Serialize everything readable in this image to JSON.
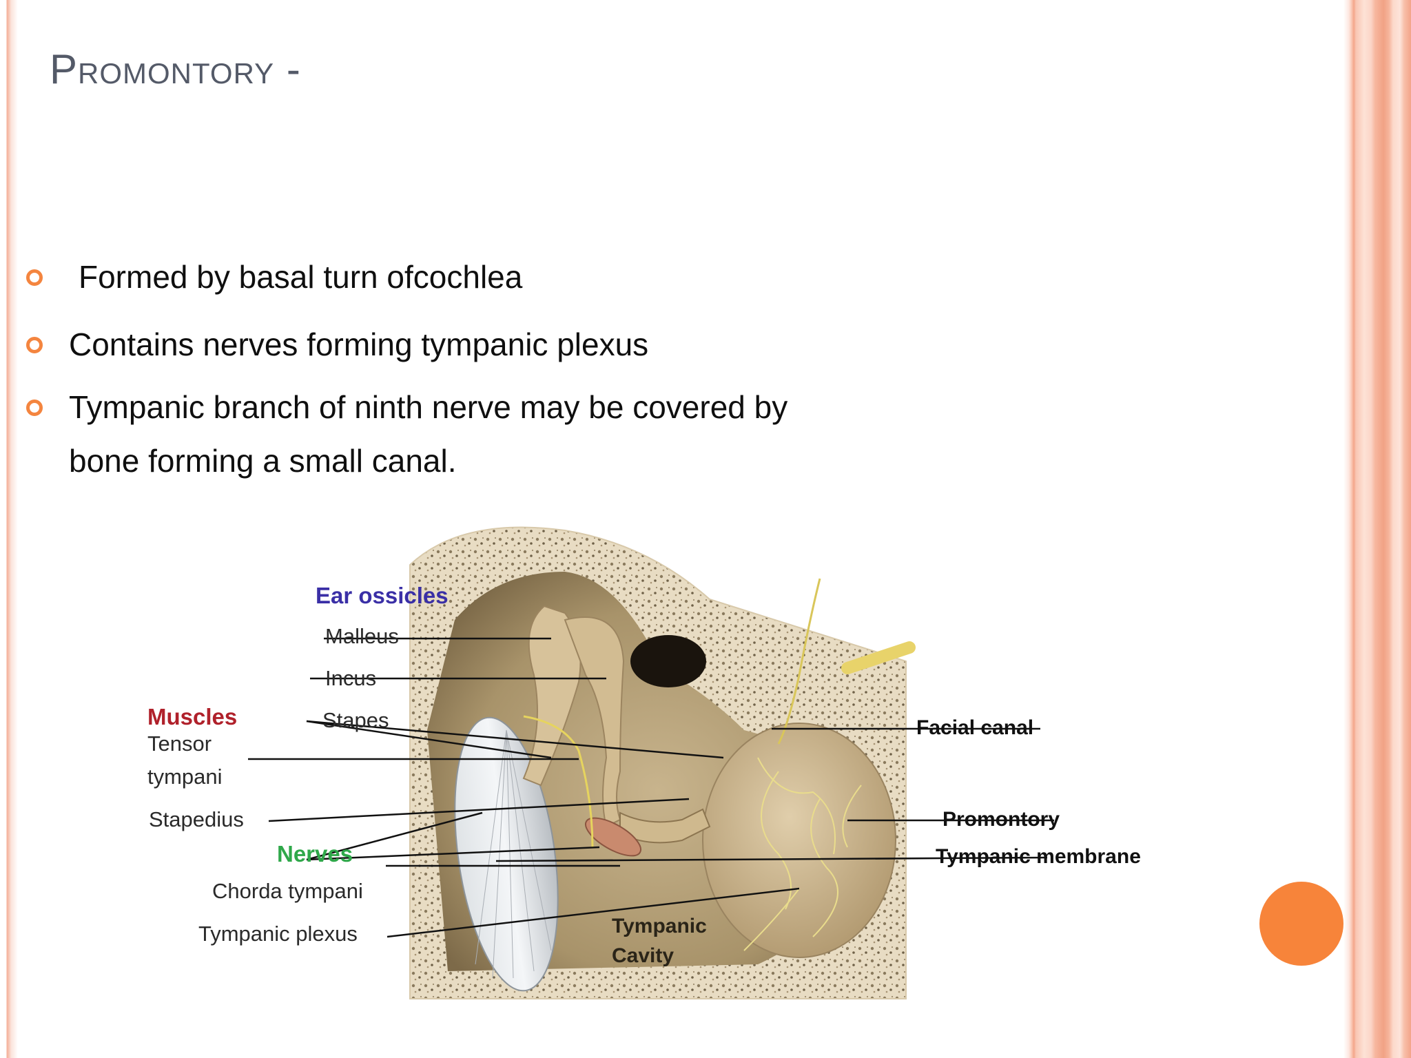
{
  "slide": {
    "title": "Promontory -",
    "bullets": [
      "Formed by basal turn ofcochlea",
      "Contains nerves forming tympanic plexus",
      "Tympanic branch of ninth nerve may be covered by",
      "bone forming a small canal."
    ]
  },
  "figure": {
    "categories": {
      "ear_ossicles": "Ear ossicles",
      "muscles": "Muscles",
      "nerves": "Nerves"
    },
    "labels": {
      "malleus": "Malleus",
      "incus": "Incus",
      "stapes": "Stapes",
      "tensor": "Tensor",
      "tympani": "tympani",
      "stapedius": "Stapedius",
      "chorda_tympani": "Chorda tympani",
      "tympanic_plexus": "Tympanic plexus",
      "tympanic": "Tympanic",
      "cavity": "Cavity",
      "facial_canal": "Facial canal",
      "promontory": "Promontory",
      "tympanic_membrane": "Tympanic membrane"
    }
  },
  "colors": {
    "title": "#545a68",
    "bullet_marker": "#f4853f",
    "nav_button": "#f7843a",
    "ossicles_heading": "#3a2fa6",
    "muscles_heading": "#b0212b",
    "nerves_heading": "#2fa84a"
  }
}
